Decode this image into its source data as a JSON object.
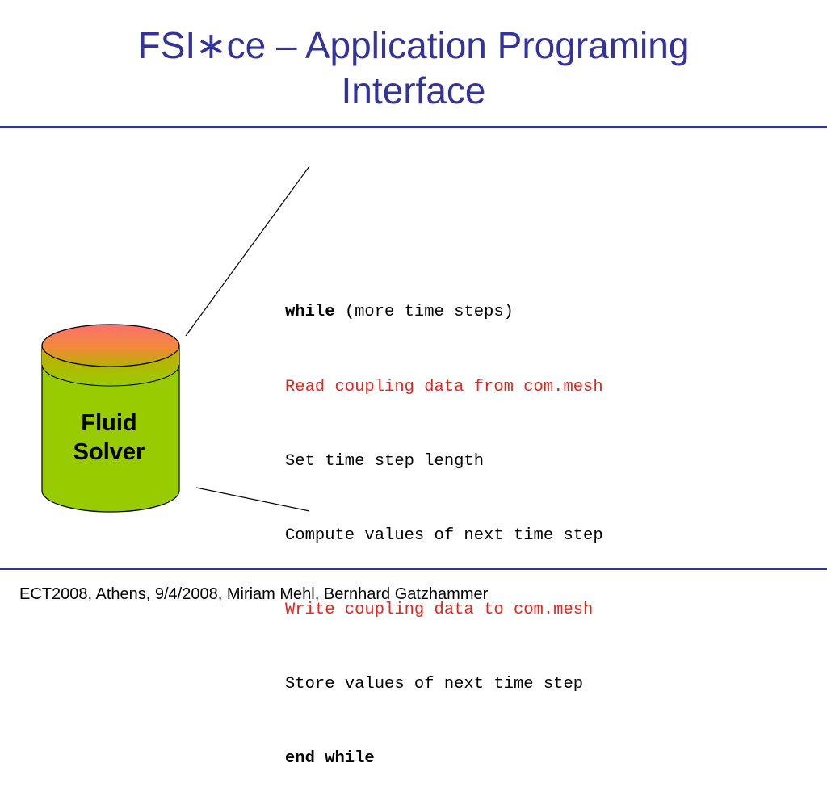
{
  "slide": {
    "title_line1": "FSI∗ce – Application Programing",
    "title_line2": "Interface",
    "solver_label_line1": "Fluid",
    "solver_label_line2": "Solver",
    "footer": "ECT2008, Athens, 9/4/2008, Miriam Mehl, Bernhard Gatzhammer"
  },
  "code": {
    "line1_kw": "while",
    "line1_rest": " (more time steps)",
    "line2": "Read coupling data from com.mesh",
    "line3": "Set time step length",
    "line4": "Compute values of next time step",
    "line5": "Write coupling data to com.mesh",
    "line6": "Store values of next time step",
    "line7": "end while"
  },
  "colors": {
    "title": "#333399",
    "rule": "#333399",
    "highlight_text": "#e5241b",
    "cylinder_body": "#99cc00",
    "cylinder_top": "#ff6666"
  }
}
